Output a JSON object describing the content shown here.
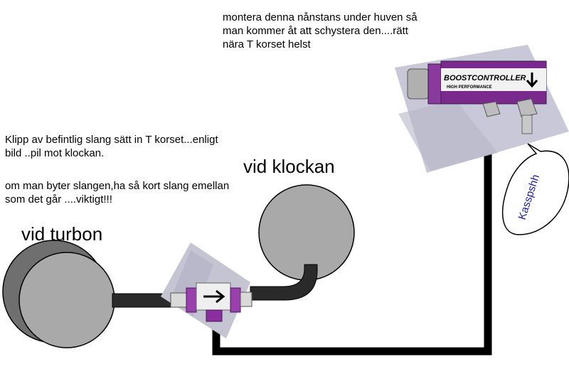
{
  "labels": {
    "turbo": "vid turbon",
    "gauge": "vid klockan"
  },
  "notes": {
    "mount_lines": [
      "montera denna nånstans under huven så",
      "man kommer åt att schystera den....rätt",
      "nära T korset helst"
    ],
    "cut_lines": [
      "Klipp av befintlig slang sätt in T korset...enligt",
      "bild ..pil mot klockan."
    ],
    "hose_lines": [
      "om man byter slangen,ha så kort slang emellan",
      "som det går ....viktigt!!!"
    ]
  },
  "controller": {
    "brand": "BOOSTCONTROLLER",
    "subtitle": "HIGH PERFORMANCE"
  },
  "speech_bubble": {
    "text": "Kasspshh",
    "text_color": "#1a1aaa"
  },
  "colors": {
    "turbo_outer": "#6f6f6f",
    "turbo_inner": "#a9a9a9",
    "gauge": "#a9a9a9",
    "hose": "#000000",
    "valve_body": "#7a2a8c",
    "photo_bg": "#c8c8d8"
  }
}
